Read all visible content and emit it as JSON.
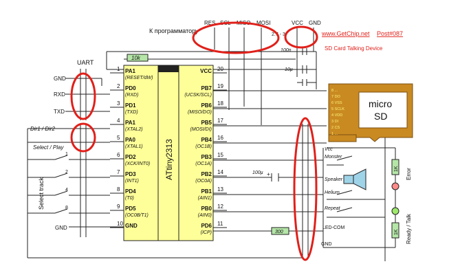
{
  "header": {
    "programmer_label": "К программатору",
    "prog_pins": [
      "RES",
      "SCL",
      "MISO",
      "MOSI"
    ],
    "vcc": "VCC",
    "gnd": "GND",
    "voltage": "2.7 - 3",
    "site": "www.GetChip.net",
    "post": "Post#087",
    "subtitle": "SD Card Talking Device"
  },
  "uart": {
    "title": "UART",
    "gnd": "GND",
    "rxd": "RXD",
    "txd": "TXD"
  },
  "left_labels": {
    "dir": "Dir1 / Dir2",
    "select": "Select / Play",
    "track": "Select track",
    "gnd": "GND",
    "switches": [
      "1",
      "2",
      "4",
      "8"
    ]
  },
  "chip": {
    "name": "ATtiny2313",
    "left_pins": [
      {
        "num": "1",
        "name": "PA1",
        "alt": "(RESET/dW)"
      },
      {
        "num": "2",
        "name": "PD0",
        "alt": "(RXD)"
      },
      {
        "num": "3",
        "name": "PD1",
        "alt": "(TXD)"
      },
      {
        "num": "4",
        "name": "PA1",
        "alt": "(XTAL2)"
      },
      {
        "num": "5",
        "name": "PA0",
        "alt": "(XTAL1)"
      },
      {
        "num": "6",
        "name": "PD2",
        "alt": "(XCK/INT0)"
      },
      {
        "num": "7",
        "name": "PD3",
        "alt": "(INT1)"
      },
      {
        "num": "8",
        "name": "PD4",
        "alt": "(T0)"
      },
      {
        "num": "9",
        "name": "PD5",
        "alt": "(OC0B/T1)"
      },
      {
        "num": "10",
        "name": "GND",
        "alt": ""
      }
    ],
    "right_pins": [
      {
        "num": "20",
        "name": "VCC",
        "alt": ""
      },
      {
        "num": "19",
        "name": "PB7",
        "alt": "(UCSK/SCL)"
      },
      {
        "num": "18",
        "name": "PB6",
        "alt": "(MISO/DO)"
      },
      {
        "num": "17",
        "name": "PB5",
        "alt": "(MOSI/DI)"
      },
      {
        "num": "16",
        "name": "PB4",
        "alt": "(OC1B)"
      },
      {
        "num": "15",
        "name": "PB3",
        "alt": "(OC1A)"
      },
      {
        "num": "14",
        "name": "PB2",
        "alt": "(OC0A)"
      },
      {
        "num": "13",
        "name": "PB1",
        "alt": "(AIN1)"
      },
      {
        "num": "12",
        "name": "PB0",
        "alt": "(AIN0)"
      },
      {
        "num": "11",
        "name": "PD6",
        "alt": "(ICP)"
      }
    ]
  },
  "components": {
    "r_pullup": "10k",
    "c_bulk": "100n",
    "c_small": "10µ",
    "c_speaker": "100µ",
    "r_led": "300",
    "r1": "1K",
    "r2": "1K"
  },
  "right_labels": {
    "vcc": "Vcc",
    "monster": "Monster",
    "speaker": "Speaker",
    "helium": "Helium",
    "repeat": "Repeat",
    "led_com": "LED-COM",
    "gnd": "GND",
    "error": "Error",
    "ready": "Ready / Talk"
  },
  "sd_card": {
    "title_1": "micro",
    "title_2": "SD",
    "pins": [
      "8 ...",
      "7  DO",
      "6  VSS",
      "5  SCLK",
      "4  VDD",
      "3  DI",
      "2  CS",
      "1  ..."
    ]
  },
  "colors": {
    "annotation": "#e0201a",
    "chip_fill": "#ffff99",
    "chip_notch": "#222222",
    "resistor_fill": "#b5e6a8",
    "sd_fill": "#c98a22",
    "sd_pin_text": "#fff27a",
    "speaker_fill": "#9fd3e8"
  }
}
